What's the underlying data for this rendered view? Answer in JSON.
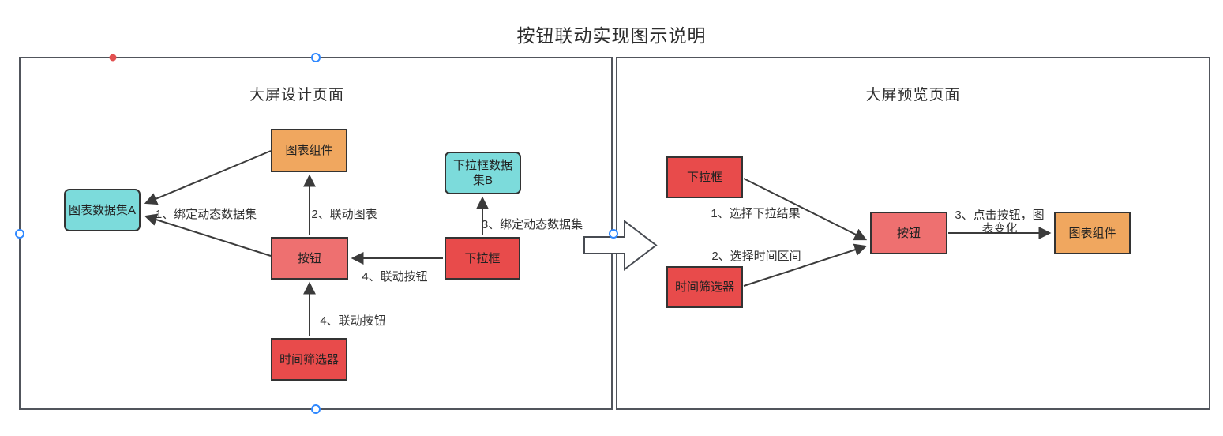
{
  "title": "按钮联动实现图示说明",
  "colors": {
    "red": "#e84b4b",
    "salmon": "#ee7070",
    "orange": "#f0a75f",
    "cyan": "#7cdbdb",
    "node_border": "#333333",
    "panel_border": "#51555c",
    "line": "#3b3b3b",
    "handle_blue": "#2f88ff",
    "handle_red": "#e25050"
  },
  "left_panel": {
    "header": "大屏设计页面",
    "nodes": {
      "chart_component": {
        "label": "图表组件"
      },
      "chart_dataset_a": {
        "label": "图表数据集A"
      },
      "dropdown_dataset_b": {
        "label": "下拉框数据集B"
      },
      "button": {
        "label": "按钮"
      },
      "dropdown": {
        "label": "下拉框"
      },
      "time_filter": {
        "label": "时间筛选器"
      }
    },
    "edges": {
      "bind_dataset_1": "1、绑定动态数据集",
      "link_chart_2": "2、联动图表",
      "bind_dataset_3": "3、绑定动态数据集",
      "link_button_4a": "4、联动按钮",
      "link_button_4b": "4、联动按钮"
    }
  },
  "right_panel": {
    "header": "大屏预览页面",
    "nodes": {
      "dropdown": {
        "label": "下拉框"
      },
      "time_filter": {
        "label": "时间筛选器"
      },
      "button": {
        "label": "按钮"
      },
      "chart_component": {
        "label": "图表组件"
      }
    },
    "edges": {
      "select_result_1": "1、选择下拉结果",
      "select_time_2": "2、选择时间区间",
      "click_button_3": "3、点击按钮，图表变化"
    }
  }
}
